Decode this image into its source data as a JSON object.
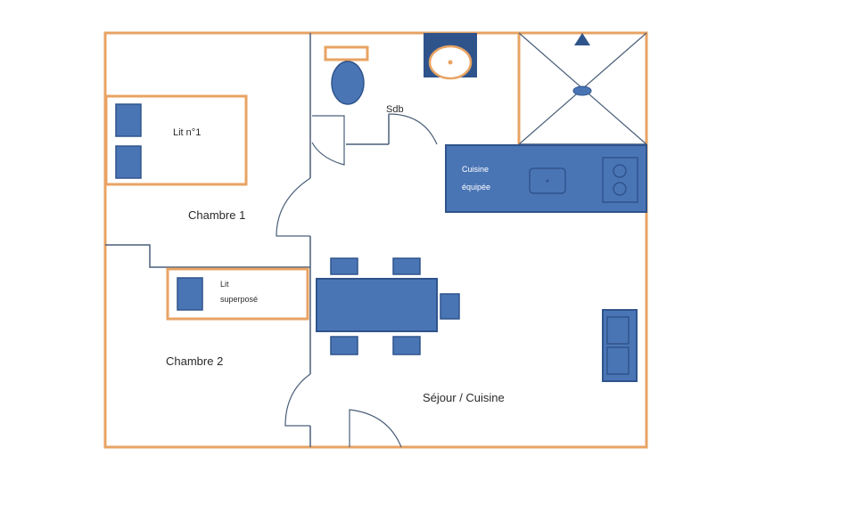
{
  "labels": {
    "bed_1": "Lit n°1",
    "chambre_1": "Chambre 1",
    "bathroom": "Sdb",
    "kitchen_line1": "Cuisine",
    "kitchen_line2": "équipée",
    "bed_2_line1": "Lit",
    "bed_2_line2": "superposé",
    "chambre_2": "Chambre 2",
    "living": "Séjour / Cuisine"
  },
  "colors": {
    "wall": "#e8a363",
    "furniture_blue": "#4a75b5",
    "furniture_dark": "#2f548c",
    "thin_line": "#4a5f7a"
  }
}
